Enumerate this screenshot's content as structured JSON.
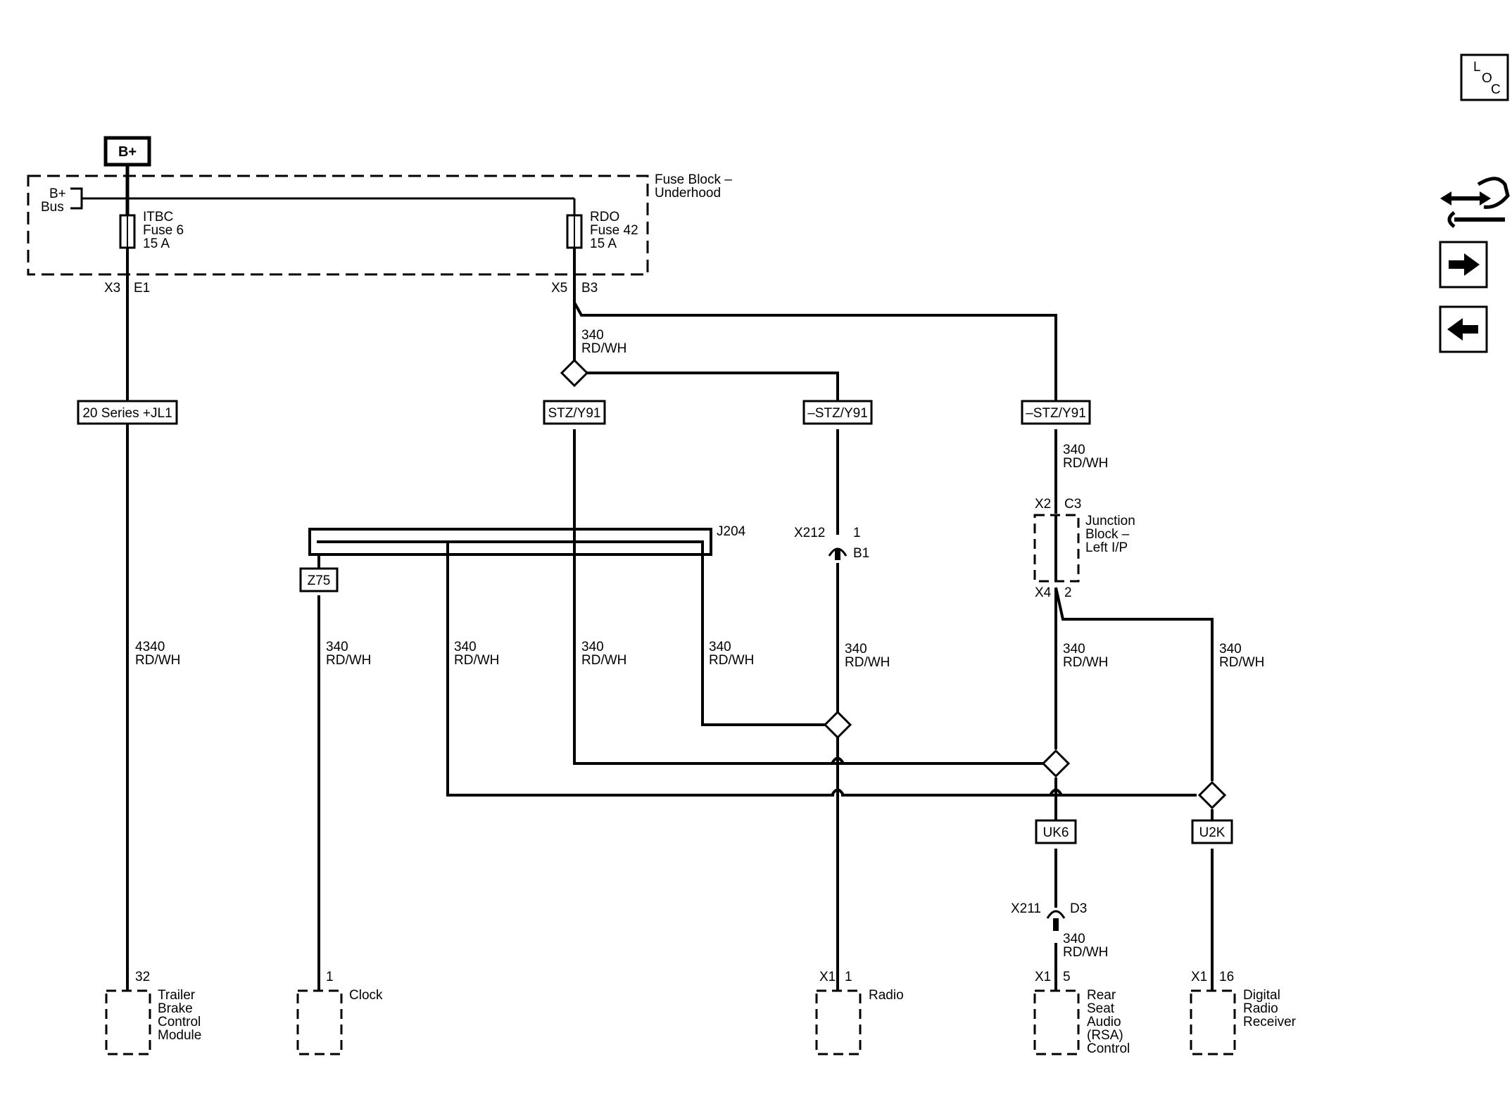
{
  "power": {
    "battery_label": "B+"
  },
  "fuse_block": {
    "title_1": "Fuse Block –",
    "title_2": "Underhood",
    "bus_1": "B+",
    "bus_2": "Bus",
    "fuse_itbc": {
      "name": "ITBC",
      "fuse": "Fuse 6",
      "rating": "15 A",
      "conn": "X3",
      "pin": "E1"
    },
    "fuse_rdo": {
      "name": "RDO",
      "fuse": "Fuse 42",
      "rating": "15 A",
      "conn": "X5",
      "pin": "B3"
    }
  },
  "options": {
    "series_jl1": "20 Series +JL1",
    "stz_y91": "STZ/Y91",
    "not_stz_y91_a": "–STZ/Y91",
    "not_stz_y91_b": "–STZ/Y91",
    "z75": "Z75",
    "uk6": "UK6",
    "u2k": "U2K"
  },
  "splice": {
    "name": "J204"
  },
  "wire": {
    "circuit": "340",
    "color": "RD/WH",
    "circuit_trailer": "4340"
  },
  "connectors": {
    "x212": {
      "name": "X212",
      "pin": "1",
      "pin2": "B1"
    },
    "junction": {
      "top_conn": "X2",
      "top_pin": "C3",
      "bot_conn": "X4",
      "bot_pin": "2",
      "name_1": "Junction",
      "name_2": "Block –",
      "name_3": "Left I/P"
    },
    "x211": {
      "name": "X211",
      "pin": "D3"
    }
  },
  "components": {
    "trailer": {
      "pin": "32",
      "l1": "Trailer",
      "l2": "Brake",
      "l3": "Control",
      "l4": "Module"
    },
    "clock": {
      "pin": "1",
      "l1": "Clock"
    },
    "radio": {
      "conn": "X1",
      "pin": "1",
      "l1": "Radio"
    },
    "rsa": {
      "conn": "X1",
      "pin": "5",
      "l1": "Rear",
      "l2": "Seat",
      "l3": "Audio",
      "l4": "(RSA)",
      "l5": "Control"
    },
    "drr": {
      "conn": "X1",
      "pin": "16",
      "l1": "Digital",
      "l2": "Radio",
      "l3": "Receiver"
    }
  },
  "nav": {
    "loc_1": "L",
    "loc_2": "O",
    "loc_3": "C",
    "icons": [
      "connector-end-view-icon",
      "arrow-right-icon",
      "arrow-left-icon"
    ]
  }
}
